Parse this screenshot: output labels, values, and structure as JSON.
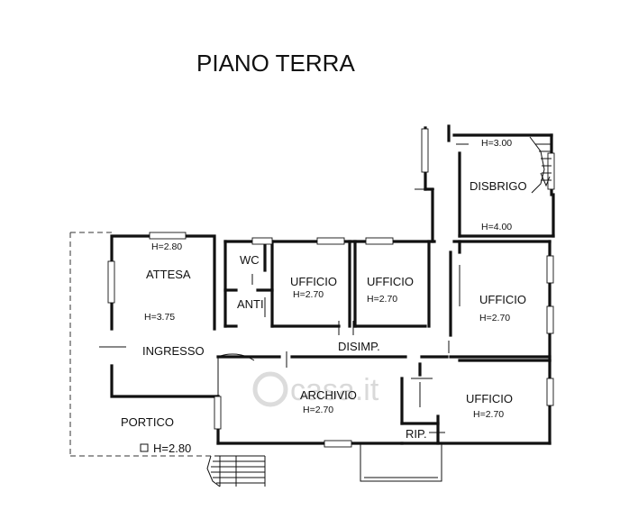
{
  "title": "PIANO TERRA",
  "watermark": "casa.it",
  "rooms": {
    "attesa": {
      "name": "ATTESA",
      "height": "H=3.75"
    },
    "attesa_window": {
      "height": "H=2.80"
    },
    "wc": {
      "name": "WC"
    },
    "anti": {
      "name": "ANTI"
    },
    "ufficio1": {
      "name": "UFFICIO",
      "height": "H=2.70"
    },
    "ufficio2": {
      "name": "UFFICIO",
      "height": "H=2.70"
    },
    "ufficio3": {
      "name": "UFFICIO",
      "height": "H=2.70"
    },
    "ufficio4": {
      "name": "UFFICIO",
      "height": "H=2.70"
    },
    "disbrigo": {
      "name": "DISBRIGO",
      "height_top": "H=3.00",
      "height_bottom": "H=4.00"
    },
    "ingresso": {
      "name": "INGRESSO"
    },
    "disimp": {
      "name": "DISIMP."
    },
    "archivio": {
      "name": "ARCHIVIO",
      "height": "H=2.70"
    },
    "portico": {
      "name": "PORTICO",
      "height": "H=2.80"
    },
    "rip": {
      "name": "RIP."
    }
  }
}
